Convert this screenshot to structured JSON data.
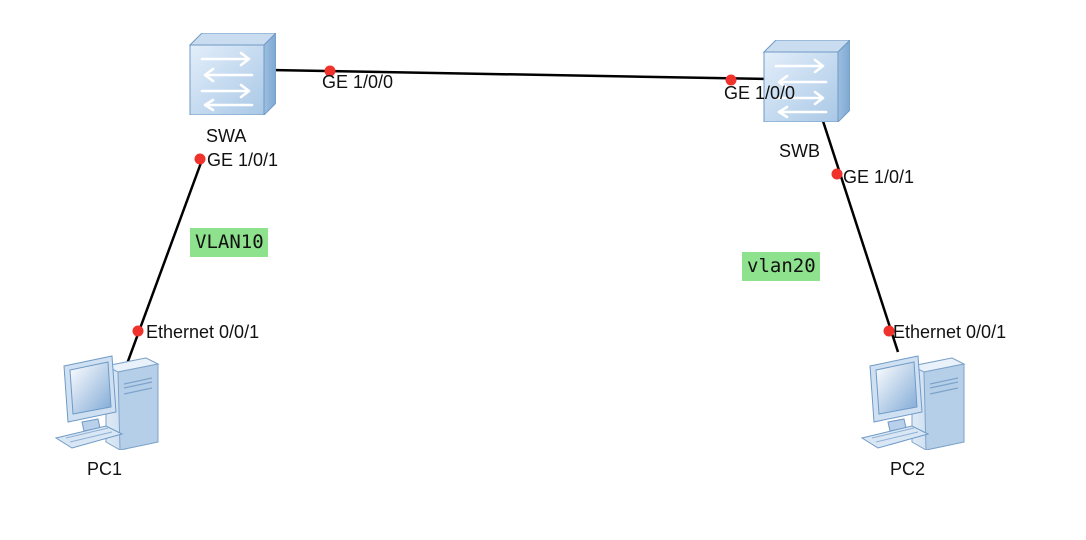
{
  "devices": {
    "swa": {
      "name": "SWA",
      "type": "switch-icon"
    },
    "swb": {
      "name": "SWB",
      "type": "switch-icon"
    },
    "pc1": {
      "name": "PC1",
      "type": "pc-icon"
    },
    "pc2": {
      "name": "PC2",
      "type": "pc-icon"
    }
  },
  "ports": {
    "swa_up": "GE 1/0/0",
    "swb_up": "GE 1/0/0",
    "swa_down": "GE 1/0/1",
    "swb_down": "GE 1/0/1",
    "pc1_eth": "Ethernet 0/0/1",
    "pc2_eth": "Ethernet 0/0/1"
  },
  "vlans": {
    "left": "VLAN10",
    "right": "vlan20"
  },
  "colors": {
    "link": "#000000",
    "port_dot": "#f0322c",
    "vlan_bg": "#8ee28e",
    "switch_body": "#b7d3ec",
    "switch_face": "#d6e7f6",
    "pc_body": "#c5dcf0",
    "pc_screen": "#8fb6dc"
  }
}
